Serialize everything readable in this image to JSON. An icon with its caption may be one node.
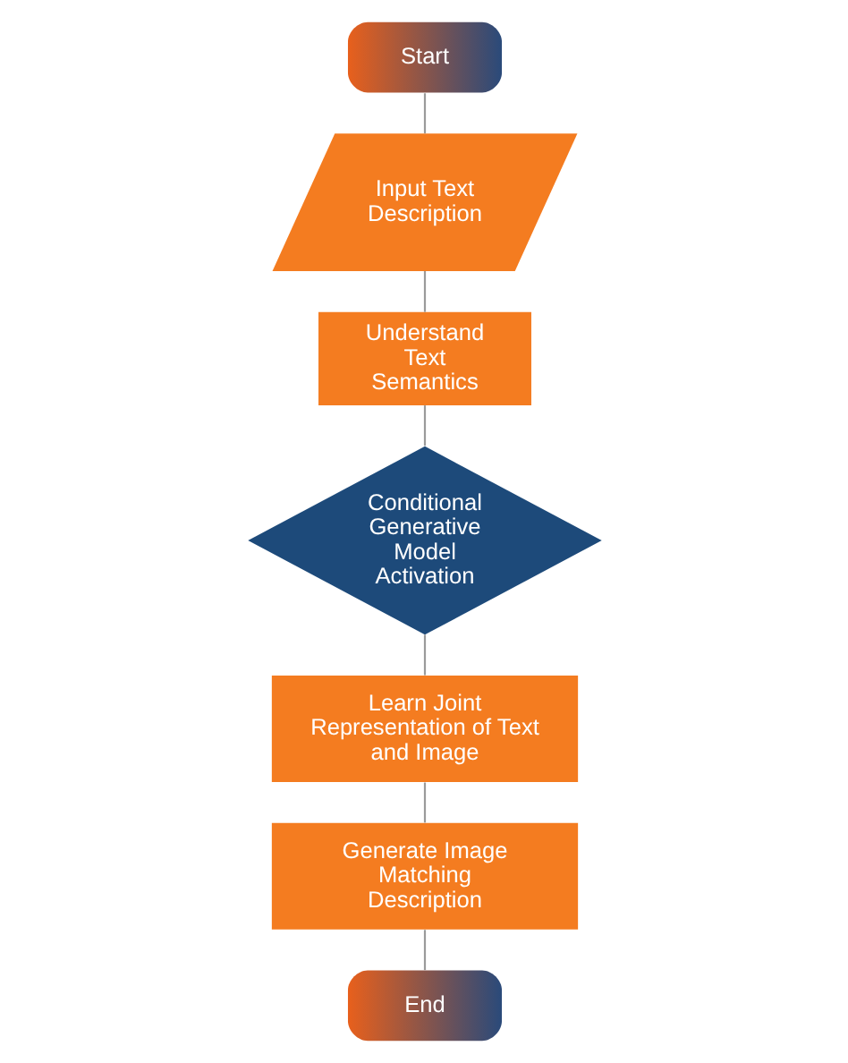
{
  "diagram": {
    "nodes": [
      {
        "text": [
          "Start"
        ]
      },
      {
        "text": [
          "Input Text Description"
        ]
      },
      {
        "text": [
          "Understand Text Semantics"
        ]
      },
      {
        "text": [
          "Conditional Generative Model Activation"
        ]
      },
      {
        "text": [
          "Learn Joint Representation of Text and Image"
        ]
      },
      {
        "text": [
          "Generate Image Matching Description"
        ]
      },
      {
        "text": [
          "End"
        ]
      }
    ],
    "edges": [
      {
        "from": 0,
        "to": 1,
        "arrow": "none"
      },
      {
        "from": 1,
        "to": 2,
        "arrow": "none"
      },
      {
        "from": 2,
        "to": 3,
        "arrow": "none"
      },
      {
        "from": 3,
        "to": 4,
        "arrow": "none"
      },
      {
        "from": 4,
        "to": 5,
        "arrow": "none"
      },
      {
        "from": 5,
        "to": 6,
        "arrow": "none"
      }
    ]
  }
}
